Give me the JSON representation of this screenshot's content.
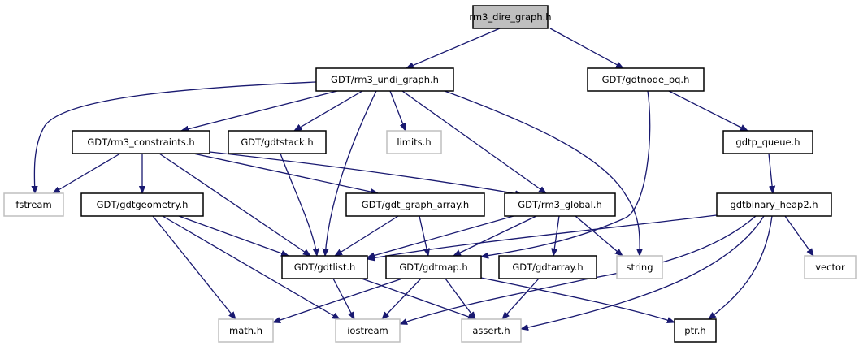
{
  "diagram": {
    "type": "include-dependency-graph",
    "root": "rm3_dire_graph",
    "nodes": [
      {
        "id": "rm3_dire_graph",
        "label": "rm3_dire_graph.h",
        "kind": "root"
      },
      {
        "id": "rm3_undi_graph",
        "label": "GDT/rm3_undi_graph.h",
        "kind": "documented"
      },
      {
        "id": "gdtnode_pq",
        "label": "GDT/gdtnode_pq.h",
        "kind": "documented"
      },
      {
        "id": "rm3_constraints",
        "label": "GDT/rm3_constraints.h",
        "kind": "documented"
      },
      {
        "id": "gdtstack",
        "label": "GDT/gdtstack.h",
        "kind": "documented"
      },
      {
        "id": "limits",
        "label": "limits.h",
        "kind": "external"
      },
      {
        "id": "gdtp_queue",
        "label": "gdtp_queue.h",
        "kind": "documented"
      },
      {
        "id": "fstream",
        "label": "fstream",
        "kind": "external"
      },
      {
        "id": "gdtgeometry",
        "label": "GDT/gdtgeometry.h",
        "kind": "documented"
      },
      {
        "id": "gdt_graph_array",
        "label": "GDT/gdt_graph_array.h",
        "kind": "documented"
      },
      {
        "id": "rm3_global",
        "label": "GDT/rm3_global.h",
        "kind": "documented"
      },
      {
        "id": "gdtbinary_heap2",
        "label": "gdtbinary_heap2.h",
        "kind": "documented"
      },
      {
        "id": "gdtlist",
        "label": "GDT/gdtlist.h",
        "kind": "documented"
      },
      {
        "id": "gdtmap",
        "label": "GDT/gdtmap.h",
        "kind": "documented"
      },
      {
        "id": "gdtarray",
        "label": "GDT/gdtarray.h",
        "kind": "documented"
      },
      {
        "id": "string",
        "label": "string",
        "kind": "external"
      },
      {
        "id": "vector",
        "label": "vector",
        "kind": "external"
      },
      {
        "id": "math",
        "label": "math.h",
        "kind": "external"
      },
      {
        "id": "iostream",
        "label": "iostream",
        "kind": "external"
      },
      {
        "id": "assert",
        "label": "assert.h",
        "kind": "external"
      },
      {
        "id": "ptr",
        "label": "ptr.h",
        "kind": "documented"
      }
    ],
    "edges": [
      {
        "from": "rm3_dire_graph",
        "to": "rm3_undi_graph"
      },
      {
        "from": "rm3_dire_graph",
        "to": "gdtnode_pq"
      },
      {
        "from": "rm3_undi_graph",
        "to": "fstream"
      },
      {
        "from": "rm3_undi_graph",
        "to": "rm3_constraints"
      },
      {
        "from": "rm3_undi_graph",
        "to": "gdtstack"
      },
      {
        "from": "rm3_undi_graph",
        "to": "limits"
      },
      {
        "from": "rm3_undi_graph",
        "to": "gdtlist"
      },
      {
        "from": "rm3_undi_graph",
        "to": "rm3_global"
      },
      {
        "from": "rm3_undi_graph",
        "to": "string"
      },
      {
        "from": "gdtnode_pq",
        "to": "gdtp_queue"
      },
      {
        "from": "gdtnode_pq",
        "to": "gdtmap"
      },
      {
        "from": "rm3_constraints",
        "to": "fstream"
      },
      {
        "from": "rm3_constraints",
        "to": "gdtgeometry"
      },
      {
        "from": "rm3_constraints",
        "to": "gdtlist"
      },
      {
        "from": "rm3_constraints",
        "to": "gdt_graph_array"
      },
      {
        "from": "rm3_constraints",
        "to": "rm3_global"
      },
      {
        "from": "gdtstack",
        "to": "gdtlist"
      },
      {
        "from": "gdtp_queue",
        "to": "gdtbinary_heap2"
      },
      {
        "from": "gdtgeometry",
        "to": "gdtlist"
      },
      {
        "from": "gdtgeometry",
        "to": "math"
      },
      {
        "from": "gdtgeometry",
        "to": "iostream"
      },
      {
        "from": "gdt_graph_array",
        "to": "gdtlist"
      },
      {
        "from": "gdt_graph_array",
        "to": "gdtmap"
      },
      {
        "from": "rm3_global",
        "to": "gdtlist"
      },
      {
        "from": "rm3_global",
        "to": "gdtmap"
      },
      {
        "from": "rm3_global",
        "to": "gdtarray"
      },
      {
        "from": "rm3_global",
        "to": "string"
      },
      {
        "from": "gdtbinary_heap2",
        "to": "gdtlist"
      },
      {
        "from": "gdtbinary_heap2",
        "to": "vector"
      },
      {
        "from": "gdtbinary_heap2",
        "to": "iostream"
      },
      {
        "from": "gdtbinary_heap2",
        "to": "assert"
      },
      {
        "from": "gdtbinary_heap2",
        "to": "ptr"
      },
      {
        "from": "gdtlist",
        "to": "iostream"
      },
      {
        "from": "gdtlist",
        "to": "assert"
      },
      {
        "from": "gdtmap",
        "to": "math"
      },
      {
        "from": "gdtmap",
        "to": "iostream"
      },
      {
        "from": "gdtmap",
        "to": "assert"
      },
      {
        "from": "gdtmap",
        "to": "ptr"
      },
      {
        "from": "gdtarray",
        "to": "assert"
      }
    ]
  },
  "colors": {
    "edge": "#191970",
    "root_fill": "#bfbfbf",
    "documented_border": "#000000",
    "external_border": "#bfbfbf"
  }
}
